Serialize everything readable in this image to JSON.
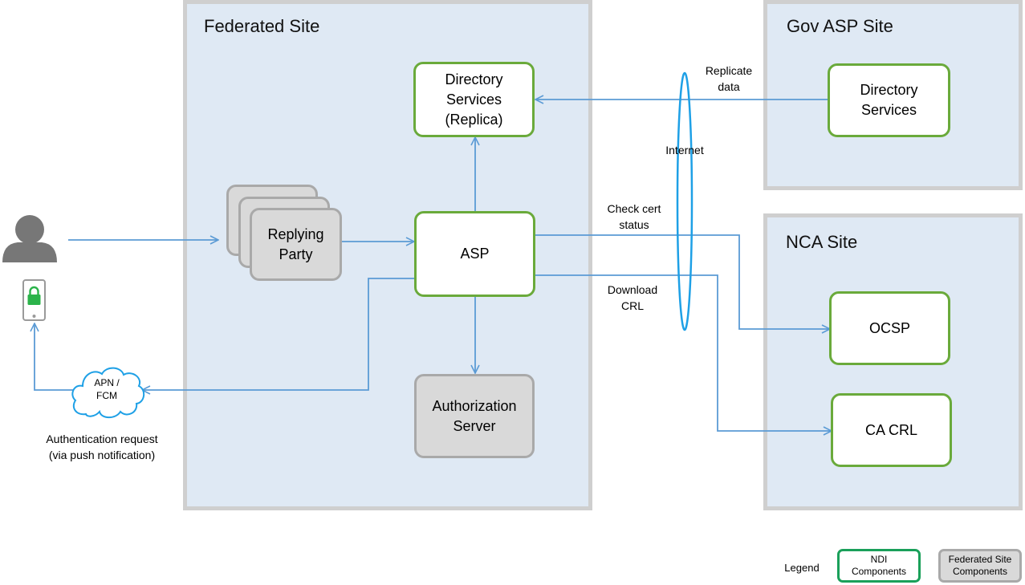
{
  "sites": {
    "federated": "Federated Site",
    "gov_asp": "Gov ASP Site",
    "nca": "NCA Site"
  },
  "components": {
    "directory_replica": "Directory\nServices\n(Replica)",
    "directory_gov": "Directory\nServices",
    "replying_party": "Replying\nParty",
    "asp": "ASP",
    "authorization_server": "Authorization\nServer",
    "ocsp": "OCSP",
    "ca_crl": "CA CRL"
  },
  "labels": {
    "replicate_data": "Replicate\ndata",
    "internet": "Internet",
    "check_cert_status": "Check cert\nstatus",
    "download_crl": "Download\nCRL",
    "apn_fcm": "APN /\nFCM",
    "auth_request": "Authentication request\n(via push notification)"
  },
  "legend": {
    "title": "Legend",
    "ndi": "NDI\nComponents",
    "federated": "Federated Site\nComponents"
  },
  "colors": {
    "site_fill": "#dfe9f4",
    "site_border": "#cfcfcf",
    "ndi_border": "#6aaa3b",
    "federated_fill": "#d9d9d9",
    "arrow": "#5b9bd5",
    "internet_ellipse": "#1ea0e6",
    "legend_ndi_border": "#1aa05a"
  },
  "icons": [
    "user-icon",
    "phone-lock-icon",
    "cloud-icon"
  ]
}
